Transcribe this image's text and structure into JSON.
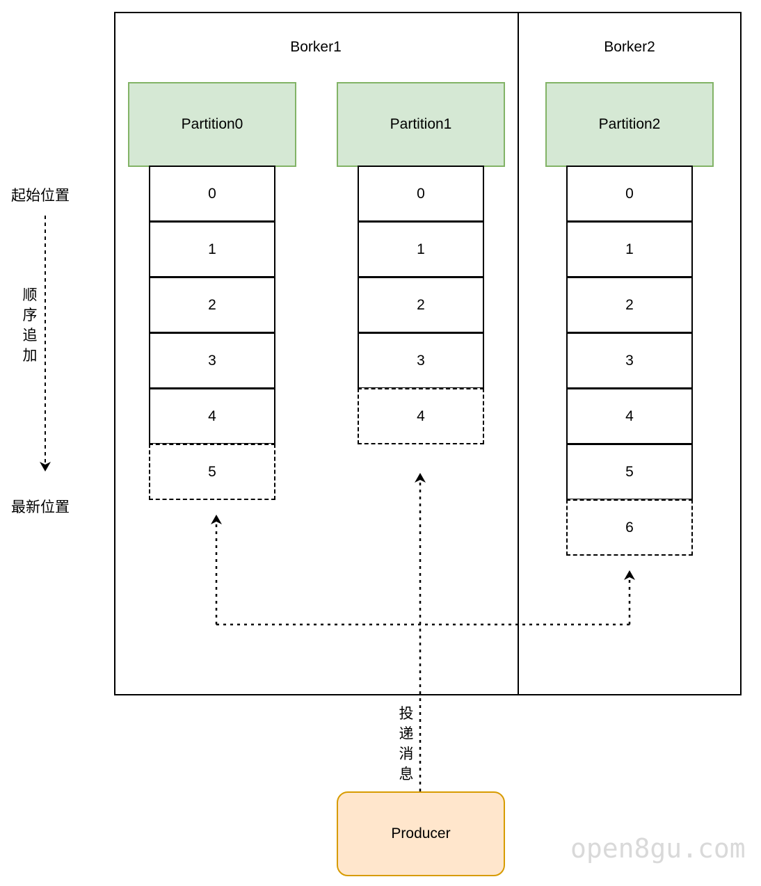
{
  "brokers": [
    {
      "name": "Borker1"
    },
    {
      "name": "Borker2"
    }
  ],
  "partitions": [
    {
      "name": "Partition0",
      "offsets": [
        "0",
        "1",
        "2",
        "3",
        "4",
        "5"
      ],
      "pending_index": 5
    },
    {
      "name": "Partition1",
      "offsets": [
        "0",
        "1",
        "2",
        "3",
        "4"
      ],
      "pending_index": 4
    },
    {
      "name": "Partition2",
      "offsets": [
        "0",
        "1",
        "2",
        "3",
        "4",
        "5",
        "6"
      ],
      "pending_index": 6
    }
  ],
  "side": {
    "start_label": "起始位置",
    "direction_label": "顺序追加",
    "end_label": "最新位置"
  },
  "delivery_label": "投递消息",
  "producer_label": "Producer",
  "watermark": "open8gu.com",
  "colors": {
    "partition_fill": "#d5e8d4",
    "partition_border": "#82b366",
    "producer_fill": "#ffe6cc",
    "producer_border": "#d79b00"
  }
}
